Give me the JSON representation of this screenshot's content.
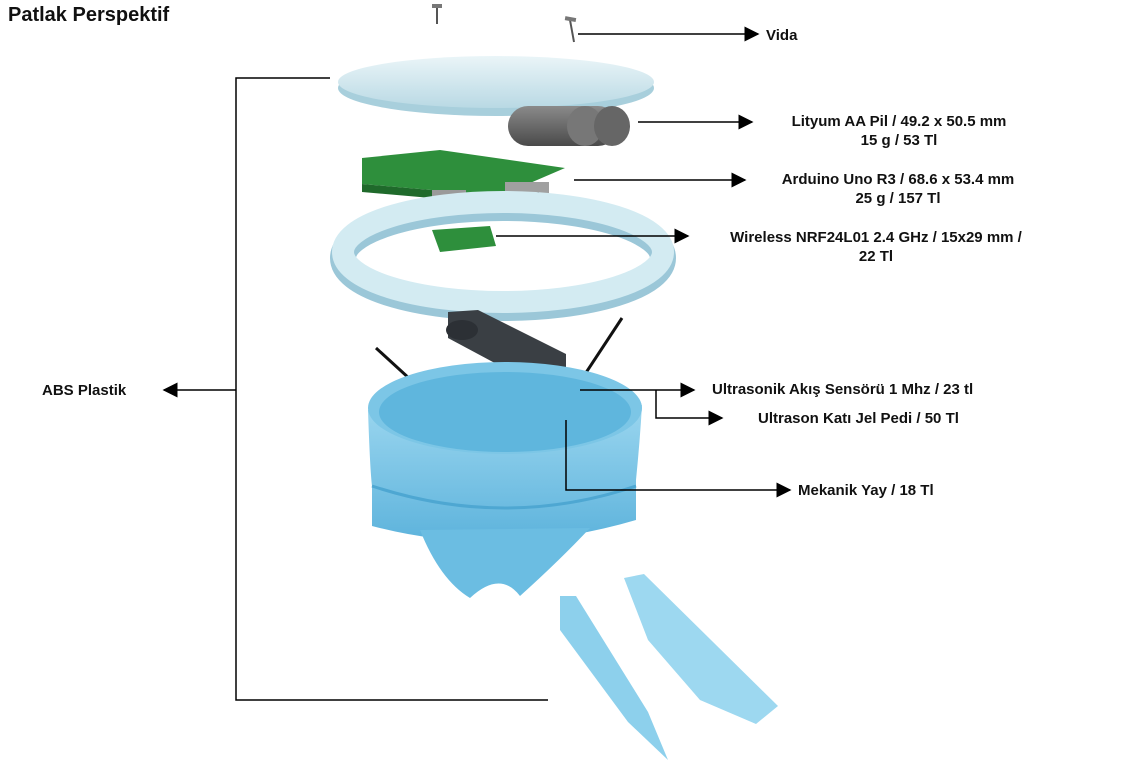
{
  "title": "Patlak Perspektif",
  "labels": {
    "vida": "Vida",
    "pil_line1": "Lityum AA Pil / 49.2 x 50.5 mm",
    "pil_line2": "15 g / 53 Tl",
    "arduino_line1": "Arduino Uno R3 / 68.6 x 53.4 mm",
    "arduino_line2": "25 g / 157 Tl",
    "wireless_line1": "Wireless NRF24L01 2.4 GHz / 15x29 mm /",
    "wireless_line2": "22 Tl",
    "abs": "ABS Plastik",
    "ultrasonik": "Ultrasonik Akış Sensörü 1 Mhz / 23 tl",
    "jel": "Ultrason Katı Jel Pedi / 50 Tl",
    "yay": "Mekanik Yay / 18 Tl"
  },
  "colors": {
    "lid": "#dcedf2",
    "ring": "#c9e4ee",
    "bowl": "#86cbe8",
    "pcb": "#2a8a3a",
    "battery": "#6a6a6a",
    "arm": "#3a3f44",
    "spring": "#1d3a63"
  }
}
